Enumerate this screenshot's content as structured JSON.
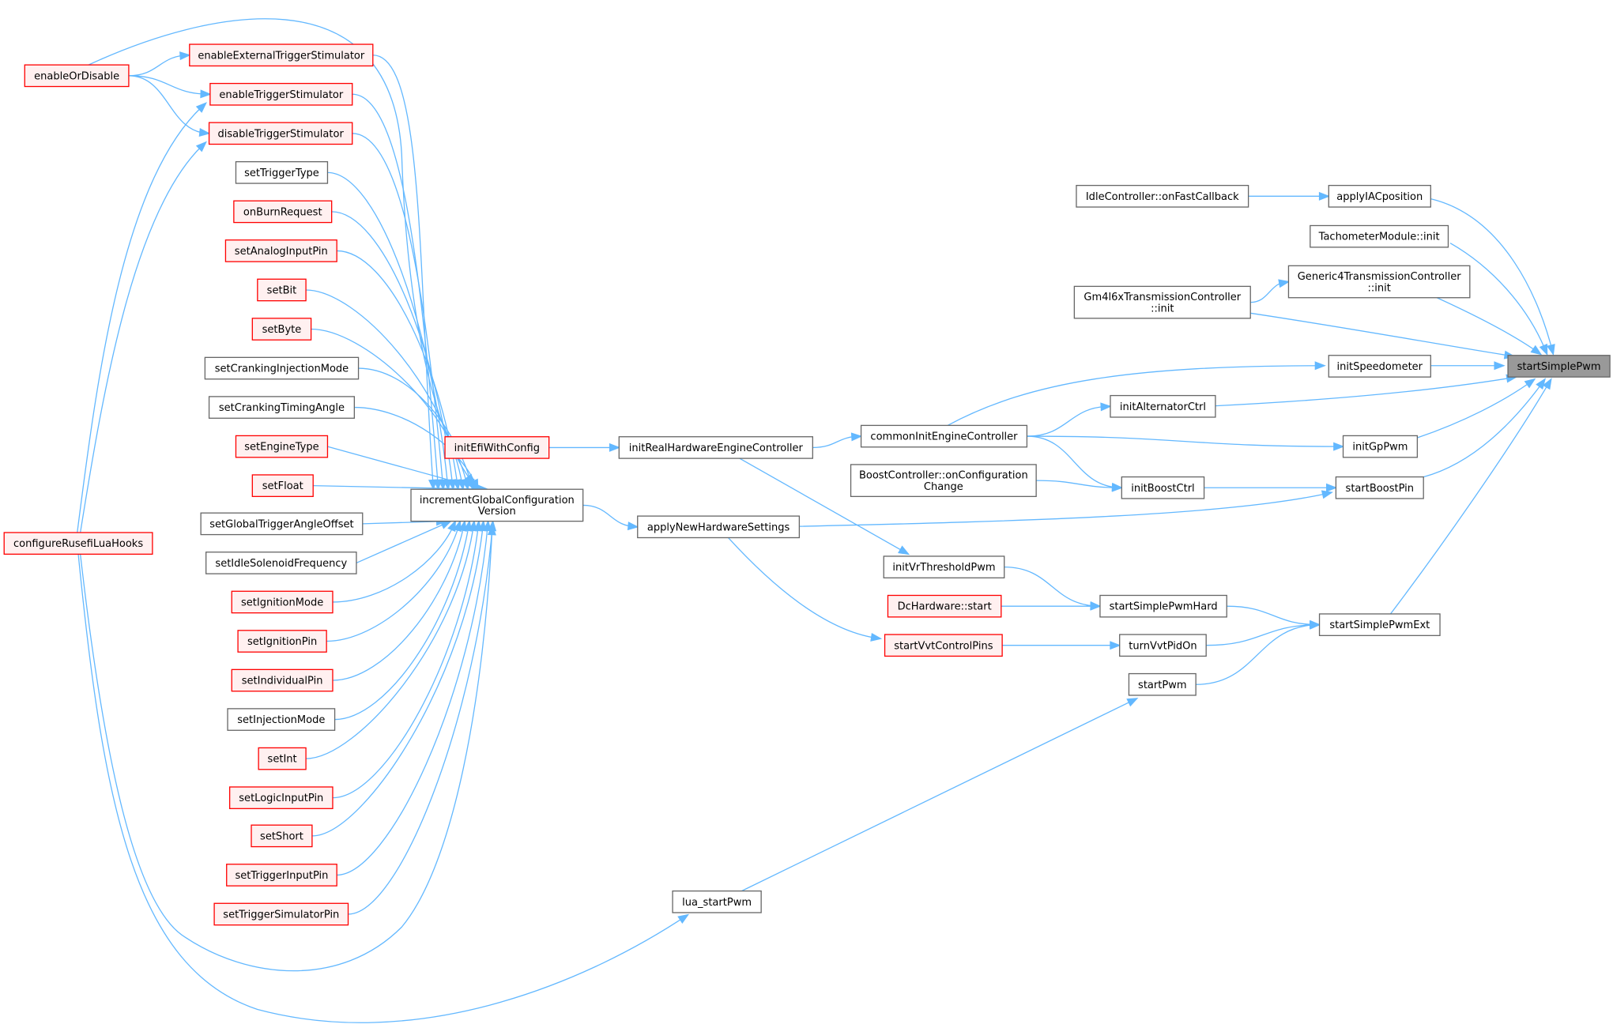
{
  "diagram": {
    "type": "caller-graph",
    "focus_node": "startSimplePwm",
    "colors": {
      "edge": "#63b8ff",
      "node_default_fill": "#ffffff",
      "node_default_stroke": "#666666",
      "node_incomplete_fill": "#fff0f0",
      "node_incomplete_stroke": "#ff0000",
      "root_fill": "#999999"
    },
    "nodes": [
      {
        "id": "startSimplePwm",
        "label": [
          "startSimplePwm"
        ],
        "style": "root"
      },
      {
        "id": "applyIACposition",
        "label": [
          "applyIACposition"
        ],
        "style": "gray"
      },
      {
        "id": "IdleController_onFastCallback",
        "label": [
          "IdleController::onFastCallback"
        ],
        "style": "gray"
      },
      {
        "id": "TachometerModule_init",
        "label": [
          "TachometerModule::init"
        ],
        "style": "gray"
      },
      {
        "id": "Generic4TransmissionController_init",
        "label": [
          "Generic4TransmissionController",
          "::init"
        ],
        "style": "gray"
      },
      {
        "id": "Gm4l6xTransmissionController_init",
        "label": [
          "Gm4l6xTransmissionController",
          "::init"
        ],
        "style": "gray"
      },
      {
        "id": "initSpeedometer",
        "label": [
          "initSpeedometer"
        ],
        "style": "gray"
      },
      {
        "id": "commonInitEngineController",
        "label": [
          "commonInitEngineController"
        ],
        "style": "gray"
      },
      {
        "id": "initAlternatorCtrl",
        "label": [
          "initAlternatorCtrl"
        ],
        "style": "gray"
      },
      {
        "id": "initGpPwm",
        "label": [
          "initGpPwm"
        ],
        "style": "gray"
      },
      {
        "id": "startBoostPin",
        "label": [
          "startBoostPin"
        ],
        "style": "gray"
      },
      {
        "id": "initBoostCtrl",
        "label": [
          "initBoostCtrl"
        ],
        "style": "gray"
      },
      {
        "id": "BoostController_onConfigurationChange",
        "label": [
          "BoostController::onConfiguration",
          "Change"
        ],
        "style": "gray"
      },
      {
        "id": "initRealHardwareEngineController",
        "label": [
          "initRealHardwareEngineController"
        ],
        "style": "gray"
      },
      {
        "id": "initEfiWithConfig",
        "label": [
          "initEfiWithConfig"
        ],
        "style": "red"
      },
      {
        "id": "applyNewHardwareSettings",
        "label": [
          "applyNewHardwareSettings"
        ],
        "style": "gray"
      },
      {
        "id": "incrementGlobalConfigurationVersion",
        "label": [
          "incrementGlobalConfiguration",
          "Version"
        ],
        "style": "gray"
      },
      {
        "id": "startSimplePwmExt",
        "label": [
          "startSimplePwmExt"
        ],
        "style": "gray"
      },
      {
        "id": "startSimplePwmHard",
        "label": [
          "startSimplePwmHard"
        ],
        "style": "gray"
      },
      {
        "id": "turnVvtPidOn",
        "label": [
          "turnVvtPidOn"
        ],
        "style": "gray"
      },
      {
        "id": "startPwm",
        "label": [
          "startPwm"
        ],
        "style": "gray"
      },
      {
        "id": "initVrThresholdPwm",
        "label": [
          "initVrThresholdPwm"
        ],
        "style": "gray"
      },
      {
        "id": "DcHardware_start",
        "label": [
          "DcHardware::start"
        ],
        "style": "red"
      },
      {
        "id": "startVvtControlPins",
        "label": [
          "startVvtControlPins"
        ],
        "style": "red"
      },
      {
        "id": "lua_startPwm",
        "label": [
          "lua_startPwm"
        ],
        "style": "gray"
      },
      {
        "id": "configureRusefiLuaHooks",
        "label": [
          "configureRusefiLuaHooks"
        ],
        "style": "red"
      },
      {
        "id": "enableOrDisable",
        "label": [
          "enableOrDisable"
        ],
        "style": "red"
      },
      {
        "id": "enableExternalTriggerStimulator",
        "label": [
          "enableExternalTriggerStimulator"
        ],
        "style": "red"
      },
      {
        "id": "enableTriggerStimulator",
        "label": [
          "enableTriggerStimulator"
        ],
        "style": "red"
      },
      {
        "id": "disableTriggerStimulator",
        "label": [
          "disableTriggerStimulator"
        ],
        "style": "red"
      },
      {
        "id": "setTriggerType",
        "label": [
          "setTriggerType"
        ],
        "style": "gray"
      },
      {
        "id": "onBurnRequest",
        "label": [
          "onBurnRequest"
        ],
        "style": "red"
      },
      {
        "id": "setAnalogInputPin",
        "label": [
          "setAnalogInputPin"
        ],
        "style": "red"
      },
      {
        "id": "setBit",
        "label": [
          "setBit"
        ],
        "style": "red"
      },
      {
        "id": "setByte",
        "label": [
          "setByte"
        ],
        "style": "red"
      },
      {
        "id": "setCrankingInjectionMode",
        "label": [
          "setCrankingInjectionMode"
        ],
        "style": "gray"
      },
      {
        "id": "setCrankingTimingAngle",
        "label": [
          "setCrankingTimingAngle"
        ],
        "style": "gray"
      },
      {
        "id": "setEngineType",
        "label": [
          "setEngineType"
        ],
        "style": "red"
      },
      {
        "id": "setFloat",
        "label": [
          "setFloat"
        ],
        "style": "red"
      },
      {
        "id": "setGlobalTriggerAngleOffset",
        "label": [
          "setGlobalTriggerAngleOffset"
        ],
        "style": "gray"
      },
      {
        "id": "setIdleSolenoidFrequency",
        "label": [
          "setIdleSolenoidFrequency"
        ],
        "style": "gray"
      },
      {
        "id": "setIgnitionMode",
        "label": [
          "setIgnitionMode"
        ],
        "style": "red"
      },
      {
        "id": "setIgnitionPin",
        "label": [
          "setIgnitionPin"
        ],
        "style": "red"
      },
      {
        "id": "setIndividualPin",
        "label": [
          "setIndividualPin"
        ],
        "style": "red"
      },
      {
        "id": "setInjectionMode",
        "label": [
          "setInjectionMode"
        ],
        "style": "gray"
      },
      {
        "id": "setInt",
        "label": [
          "setInt"
        ],
        "style": "red"
      },
      {
        "id": "setLogicInputPin",
        "label": [
          "setLogicInputPin"
        ],
        "style": "red"
      },
      {
        "id": "setShort",
        "label": [
          "setShort"
        ],
        "style": "red"
      },
      {
        "id": "setTriggerInputPin",
        "label": [
          "setTriggerInputPin"
        ],
        "style": "red"
      },
      {
        "id": "setTriggerSimulatorPin",
        "label": [
          "setTriggerSimulatorPin"
        ],
        "style": "red"
      }
    ],
    "edges": [
      {
        "from": "applyIACposition",
        "to": "startSimplePwm"
      },
      {
        "from": "IdleController_onFastCallback",
        "to": "applyIACposition"
      },
      {
        "from": "TachometerModule_init",
        "to": "startSimplePwm"
      },
      {
        "from": "Generic4TransmissionController_init",
        "to": "startSimplePwm"
      },
      {
        "from": "Gm4l6xTransmissionController_init",
        "to": "Generic4TransmissionController_init"
      },
      {
        "from": "Gm4l6xTransmissionController_init",
        "to": "startSimplePwm"
      },
      {
        "from": "initSpeedometer",
        "to": "startSimplePwm"
      },
      {
        "from": "commonInitEngineController",
        "to": "initSpeedometer"
      },
      {
        "from": "initAlternatorCtrl",
        "to": "startSimplePwm"
      },
      {
        "from": "commonInitEngineController",
        "to": "initAlternatorCtrl"
      },
      {
        "from": "initGpPwm",
        "to": "startSimplePwm"
      },
      {
        "from": "commonInitEngineController",
        "to": "initGpPwm"
      },
      {
        "from": "startBoostPin",
        "to": "startSimplePwm"
      },
      {
        "from": "initBoostCtrl",
        "to": "startBoostPin"
      },
      {
        "from": "commonInitEngineController",
        "to": "initBoostCtrl"
      },
      {
        "from": "BoostController_onConfigurationChange",
        "to": "initBoostCtrl"
      },
      {
        "from": "applyNewHardwareSettings",
        "to": "startBoostPin"
      },
      {
        "from": "initRealHardwareEngineController",
        "to": "commonInitEngineController"
      },
      {
        "from": "initEfiWithConfig",
        "to": "initRealHardwareEngineController"
      },
      {
        "from": "incrementGlobalConfigurationVersion",
        "to": "applyNewHardwareSettings"
      },
      {
        "from": "startSimplePwmExt",
        "to": "startSimplePwm"
      },
      {
        "from": "startSimplePwmHard",
        "to": "startSimplePwmExt"
      },
      {
        "from": "turnVvtPidOn",
        "to": "startSimplePwmExt"
      },
      {
        "from": "startPwm",
        "to": "startSimplePwmExt"
      },
      {
        "from": "initVrThresholdPwm",
        "to": "startSimplePwmHard"
      },
      {
        "from": "initRealHardwareEngineController",
        "to": "initVrThresholdPwm"
      },
      {
        "from": "DcHardware_start",
        "to": "startSimplePwmHard"
      },
      {
        "from": "startVvtControlPins",
        "to": "turnVvtPidOn"
      },
      {
        "from": "applyNewHardwareSettings",
        "to": "startVvtControlPins"
      },
      {
        "from": "lua_startPwm",
        "to": "startPwm"
      },
      {
        "from": "configureRusefiLuaHooks",
        "to": "lua_startPwm"
      },
      {
        "from": "configureRusefiLuaHooks",
        "to": "enableTriggerStimulator"
      },
      {
        "from": "configureRusefiLuaHooks",
        "to": "disableTriggerStimulator"
      },
      {
        "from": "configureRusefiLuaHooks",
        "to": "incrementGlobalConfigurationVersion"
      },
      {
        "from": "enableOrDisable",
        "to": "enableExternalTriggerStimulator"
      },
      {
        "from": "enableOrDisable",
        "to": "enableTriggerStimulator"
      },
      {
        "from": "enableOrDisable",
        "to": "disableTriggerStimulator"
      },
      {
        "from": "enableOrDisable",
        "to": "incrementGlobalConfigurationVersion"
      },
      {
        "from": "enableExternalTriggerStimulator",
        "to": "incrementGlobalConfigurationVersion"
      },
      {
        "from": "enableTriggerStimulator",
        "to": "incrementGlobalConfigurationVersion"
      },
      {
        "from": "disableTriggerStimulator",
        "to": "incrementGlobalConfigurationVersion"
      },
      {
        "from": "setTriggerType",
        "to": "incrementGlobalConfigurationVersion"
      },
      {
        "from": "onBurnRequest",
        "to": "incrementGlobalConfigurationVersion"
      },
      {
        "from": "setAnalogInputPin",
        "to": "incrementGlobalConfigurationVersion"
      },
      {
        "from": "setBit",
        "to": "incrementGlobalConfigurationVersion"
      },
      {
        "from": "setByte",
        "to": "incrementGlobalConfigurationVersion"
      },
      {
        "from": "setCrankingInjectionMode",
        "to": "incrementGlobalConfigurationVersion"
      },
      {
        "from": "setCrankingTimingAngle",
        "to": "incrementGlobalConfigurationVersion"
      },
      {
        "from": "setEngineType",
        "to": "incrementGlobalConfigurationVersion"
      },
      {
        "from": "setFloat",
        "to": "incrementGlobalConfigurationVersion"
      },
      {
        "from": "setGlobalTriggerAngleOffset",
        "to": "incrementGlobalConfigurationVersion"
      },
      {
        "from": "setIdleSolenoidFrequency",
        "to": "incrementGlobalConfigurationVersion"
      },
      {
        "from": "setIgnitionMode",
        "to": "incrementGlobalConfigurationVersion"
      },
      {
        "from": "setIgnitionPin",
        "to": "incrementGlobalConfigurationVersion"
      },
      {
        "from": "setIndividualPin",
        "to": "incrementGlobalConfigurationVersion"
      },
      {
        "from": "setInjectionMode",
        "to": "incrementGlobalConfigurationVersion"
      },
      {
        "from": "setInt",
        "to": "incrementGlobalConfigurationVersion"
      },
      {
        "from": "setLogicInputPin",
        "to": "incrementGlobalConfigurationVersion"
      },
      {
        "from": "setShort",
        "to": "incrementGlobalConfigurationVersion"
      },
      {
        "from": "setTriggerInputPin",
        "to": "incrementGlobalConfigurationVersion"
      },
      {
        "from": "setTriggerSimulatorPin",
        "to": "incrementGlobalConfigurationVersion"
      }
    ]
  }
}
